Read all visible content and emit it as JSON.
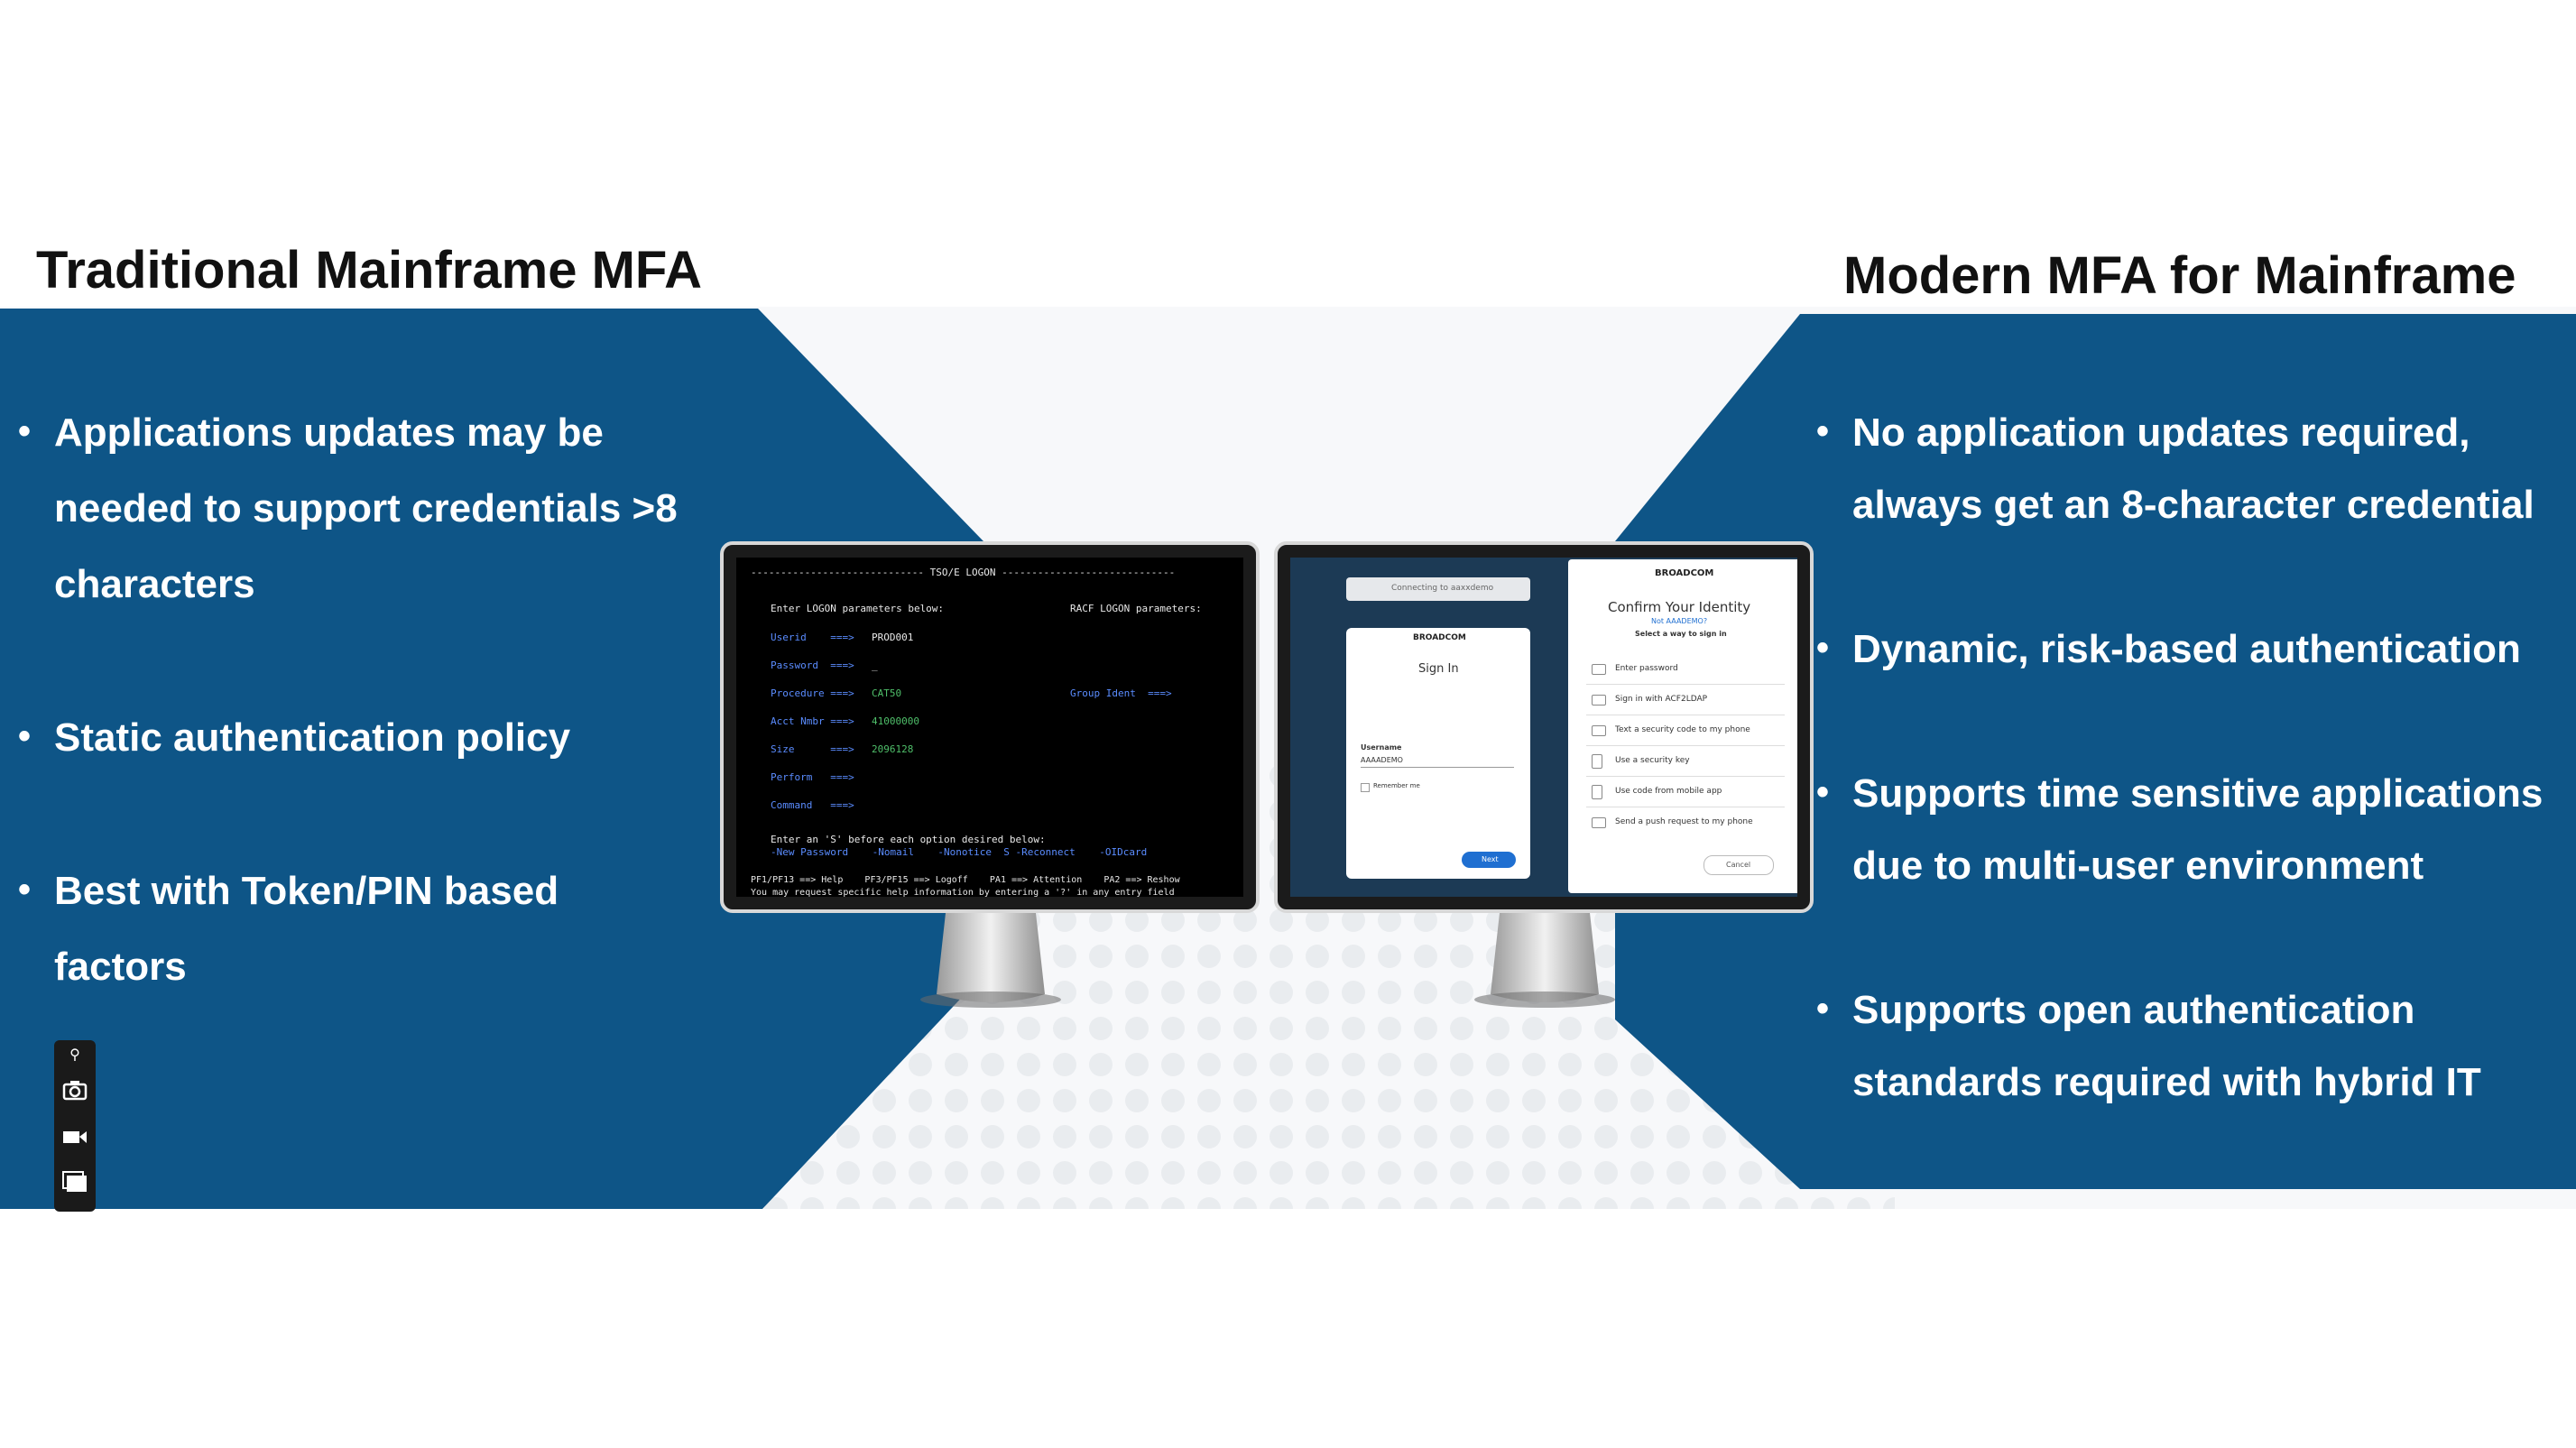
{
  "left_panel": {
    "title": "Traditional Mainframe MFA",
    "bullets": [
      "Applications updates may be needed to support credentials >8 characters",
      "Static authentication policy",
      "Best with Token/PIN based factors"
    ]
  },
  "right_panel": {
    "title": "Modern MFA for Mainframe",
    "bullets": [
      "No application updates required, always get an 8-character credential",
      "Dynamic, risk-based authentication",
      "Supports time sensitive applications due to multi-user environment",
      "Supports open authentication standards required with hybrid IT"
    ]
  },
  "tso_screen": {
    "header": "----------------------------- TSO/E LOGON -----------------------------",
    "enter_params": "Enter LOGON parameters below:",
    "racf_params": "RACF LOGON parameters:",
    "userid_label": "Userid    ===>",
    "userid_value": "PROD001",
    "password_label": "Password  ===>",
    "password_value": "_",
    "procedure_label": "Procedure ===>",
    "procedure_value": "CAT50",
    "group_label": "Group Ident  ===>",
    "acct_label": "Acct Nmbr ===>",
    "acct_value": "41000000",
    "size_label": "Size      ===>",
    "size_value": "2096128",
    "perform_label": "Perform   ===>",
    "command_label": "Command   ===>",
    "enter_s": "Enter an 'S' before each option desired below:",
    "options": "-New Password    -Nomail    -Nonotice  S -Reconnect    -OIDcard",
    "pf_line": "PF1/PF13 ==> Help    PF3/PF15 ==> Logoff    PA1 ==> Attention    PA2 ==> Reshow",
    "help_line": "You may request specific help information by entering a '?' in any entry field"
  },
  "mfa_screen": {
    "connecting": "Connecting to aaxxdemo",
    "brand": "BROADCOM",
    "sign_in_title": "Sign In",
    "username_label": "Username",
    "username_value": "AAAADEMO",
    "remember_me": "Remember me",
    "next_button": "Next",
    "confirm_title": "Confirm Your Identity",
    "not_user": "Not AAADEMO?",
    "select_way": "Select a way to sign in",
    "options": [
      "Enter password",
      "Sign in with ACF2LDAP",
      "Text a security code to my phone",
      "Use a security key",
      "Use code from mobile app",
      "Send a push request to my phone"
    ],
    "cancel_button": "Cancel"
  },
  "colors": {
    "panel_blue": "#0e5587",
    "background": "#ffffff"
  },
  "icons": [
    "link-icon",
    "camera-icon",
    "video-icon",
    "window-icon"
  ]
}
